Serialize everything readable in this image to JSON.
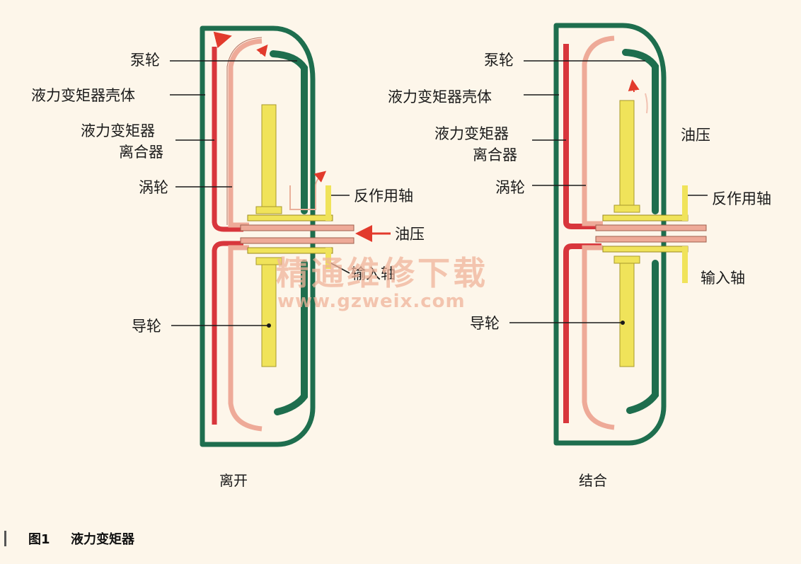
{
  "left_diagram": {
    "caption": "离开",
    "labels": {
      "pump": "泵轮",
      "housing": "液力变矩器壳体",
      "clutch_line1": "液力变矩器",
      "clutch_line2": "离合器",
      "turbine": "涡轮",
      "reaction_shaft": "反作用轴",
      "oil_pressure": "油压",
      "input_shaft": "输入轴",
      "stator": "导轮"
    }
  },
  "right_diagram": {
    "caption": "结合",
    "labels": {
      "pump": "泵轮",
      "housing": "液力变矩器壳体",
      "clutch_line1": "液力变矩器",
      "clutch_line2": "离合器",
      "turbine": "涡轮",
      "oil_pressure": "油压",
      "reaction_shaft": "反作用轴",
      "input_shaft": "输入轴",
      "stator": "导轮"
    }
  },
  "figure": {
    "number": "图1",
    "title": "液力变矩器"
  },
  "watermark": {
    "line1": "精通维修下载",
    "line2": "www.gzweix.com"
  },
  "colors": {
    "housing_green": "#1e6e4e",
    "clutch_red": "#d8363c",
    "turbine_pink": "#eeaa98",
    "stator_yellow": "#f0e35a",
    "flow_arrow": "#e23a2c"
  }
}
